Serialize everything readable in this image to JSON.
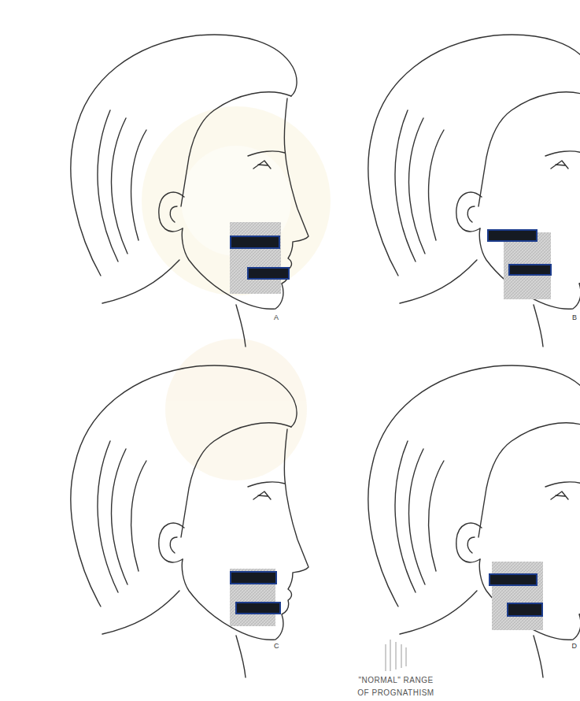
{
  "diagram": {
    "labels": [
      "A",
      "B",
      "C",
      "D",
      "\"NORMAL\" RANGE OF PROGNATHISM"
    ]
  }
}
